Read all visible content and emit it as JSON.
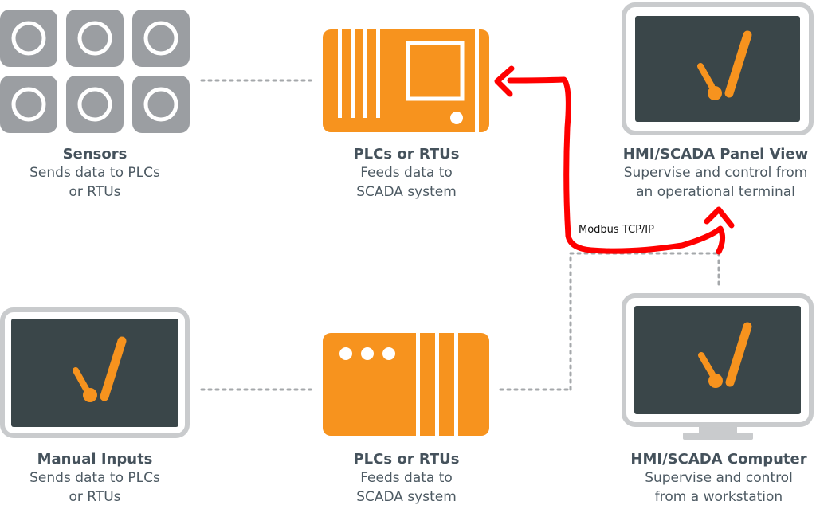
{
  "nodes": {
    "sensors": {
      "title": "Sensors",
      "line1": "Sends data to PLCs",
      "line2": "or RTUs"
    },
    "plc_top": {
      "title": "PLCs or RTUs",
      "line1": "Feeds data to",
      "line2": "SCADA system"
    },
    "hmi_panel": {
      "title": "HMI/SCADA Panel View",
      "line1": "Supervise and control from",
      "line2": "an operational terminal"
    },
    "manual_inputs": {
      "title": "Manual Inputs",
      "line1": "Sends data to PLCs",
      "line2": "or RTUs"
    },
    "plc_bottom": {
      "title": "PLCs or RTUs",
      "line1": "Feeds data to",
      "line2": "SCADA system"
    },
    "hmi_computer": {
      "title": "HMI/SCADA Computer",
      "line1": "Supervise and control",
      "line2": "from a workstation"
    }
  },
  "annotation": {
    "label": "Modbus TCP/IP"
  },
  "colors": {
    "orange": "#f7931e",
    "gray": "#9b9ea2",
    "screen": "#3a4649",
    "annotation_red": "#ff0000"
  }
}
